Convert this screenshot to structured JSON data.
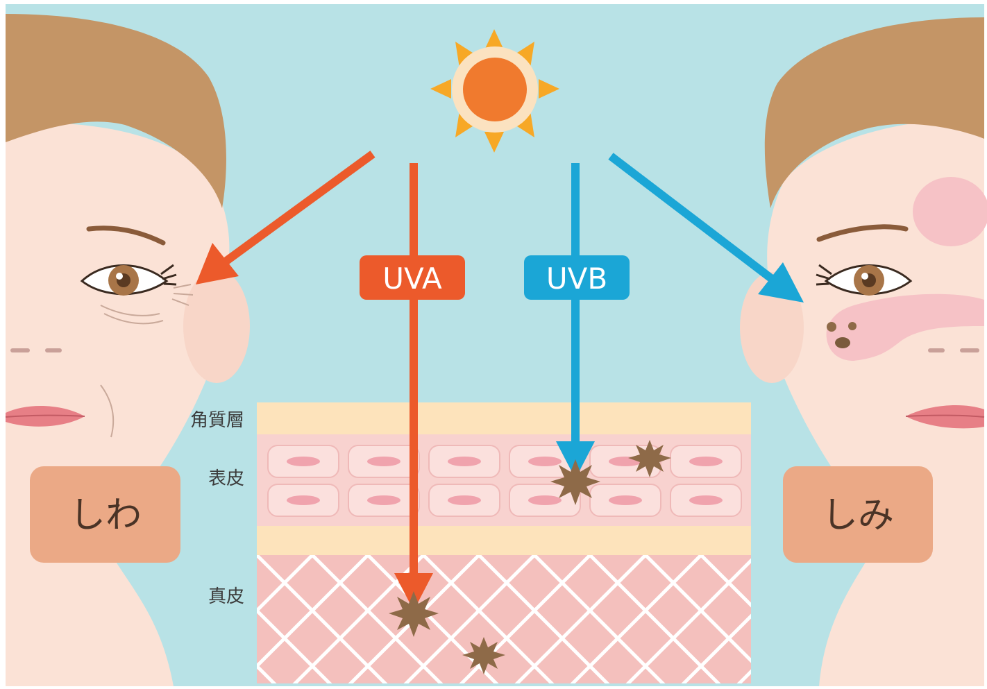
{
  "colors": {
    "background": "#b8e2e6",
    "uva": "#ec5a2b",
    "uvb": "#1ba6d6",
    "sun": "#f07a2e",
    "sun_rays": "#f7a826",
    "skin": "#fbe2d6",
    "hair": "#c49566",
    "stratum_corneum": "#fde3bb",
    "epidermis": "#f8d2cf",
    "dermis": "#f4c0bd",
    "damage": "#8e6a48",
    "tag_box": "#eba986",
    "tag_text": "#4a3326",
    "layer_text": "#3c3c3c"
  },
  "rays": {
    "uva_label": "UVA",
    "uvb_label": "UVB"
  },
  "layers": {
    "stratum_corneum": "角質層",
    "epidermis": "表皮",
    "dermis": "真皮"
  },
  "effects": {
    "left_label": "しわ",
    "right_label": "しみ"
  },
  "icons": [
    "sun-icon",
    "damage-burst-icon",
    "arrow-icon"
  ]
}
